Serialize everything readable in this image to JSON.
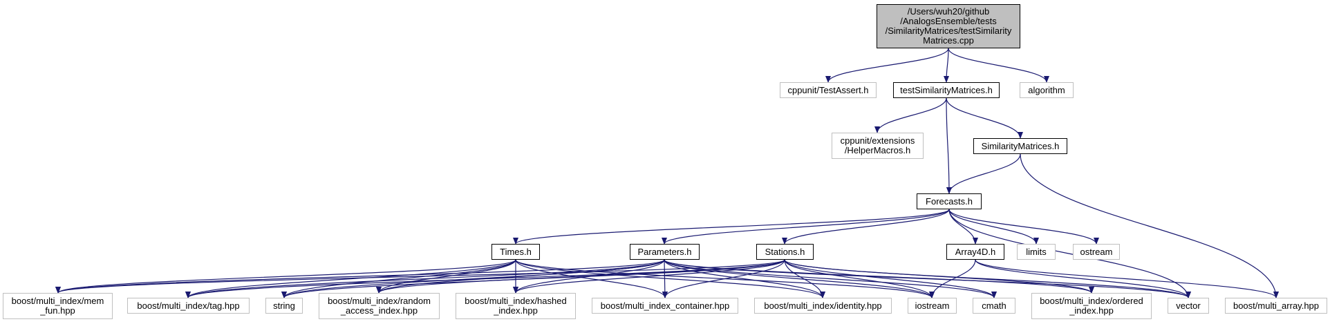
{
  "nodes": {
    "root": "/Users/wuh20/github\n/AnalogsEnsemble/tests\n/SimilarityMatrices/testSimilarity\nMatrices.cpp",
    "testassert": "cppunit/TestAssert.h",
    "testsimh": "testSimilarityMatrices.h",
    "algorithm": "algorithm",
    "helpermacros": "cppunit/extensions\n/HelperMacros.h",
    "simmat": "SimilarityMatrices.h",
    "forecasts": "Forecasts.h",
    "times": "Times.h",
    "parameters": "Parameters.h",
    "stations": "Stations.h",
    "array4d": "Array4D.h",
    "limits": "limits",
    "ostream": "ostream",
    "memfun": "boost/multi_index/mem\n_fun.hpp",
    "tag": "boost/multi_index/tag.hpp",
    "string": "string",
    "random": "boost/multi_index/random\n_access_index.hpp",
    "hashed": "boost/multi_index/hashed\n_index.hpp",
    "container": "boost/multi_index_container.hpp",
    "identity": "boost/multi_index/identity.hpp",
    "iostream": "iostream",
    "cmath": "cmath",
    "ordered": "boost/multi_index/ordered\n_index.hpp",
    "vector": "vector",
    "multiarray": "boost/multi_array.hpp"
  }
}
